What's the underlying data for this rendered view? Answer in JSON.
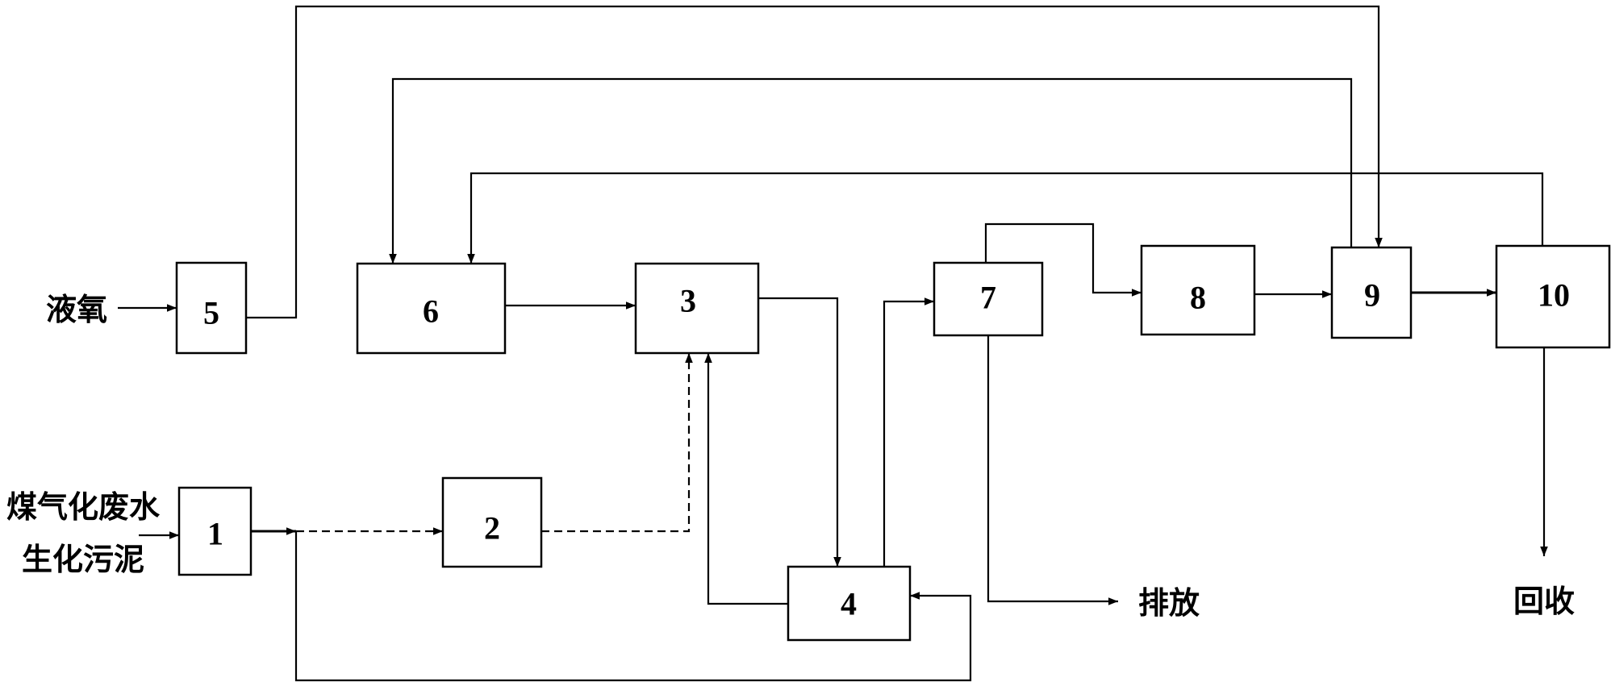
{
  "boxes": {
    "b1": "1",
    "b2": "2",
    "b3": "3",
    "b4": "4",
    "b5": "5",
    "b6": "6",
    "b7": "7",
    "b8": "8",
    "b9": "9",
    "b10": "10"
  },
  "labels": {
    "liquid_oxygen": "液氧",
    "input_line1": "煤气化废水",
    "input_line2": "生化污泥",
    "discharge": "排放",
    "recovery": "回收"
  }
}
